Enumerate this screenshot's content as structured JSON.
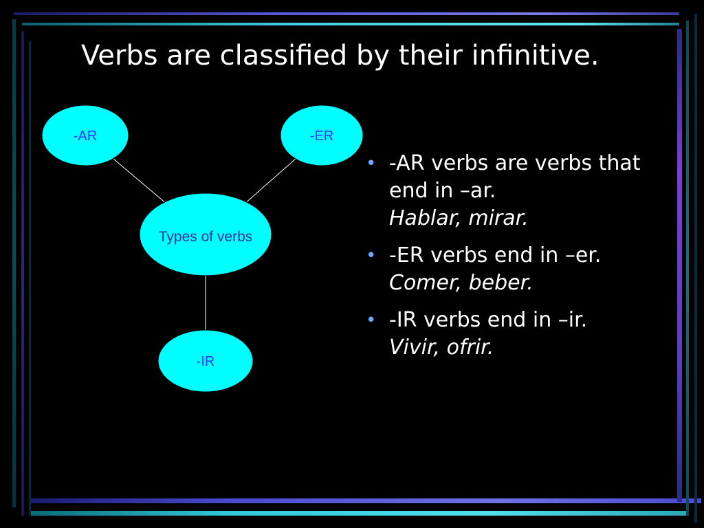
{
  "slide": {
    "title": "Verbs are classified by their infinitive."
  },
  "diagram": {
    "center": "Types of verbs",
    "nodes": {
      "ar": "-AR",
      "er": "-ER",
      "ir": "-IR"
    },
    "colors": {
      "node_fill": "#00ffff",
      "node_stroke": "#000000",
      "node_text": "#3333ff",
      "center_text": "#333399",
      "connector": "#ffffff"
    }
  },
  "bullets": [
    {
      "text": "-AR verbs are verbs that end in –ar.",
      "example": "Hablar, mirar."
    },
    {
      "text": "-ER verbs end in –er.",
      "example": "Comer, beber."
    },
    {
      "text": "-IR verbs end in –ir.",
      "example": "Vivir, ofrir."
    }
  ],
  "colors": {
    "background": "#000000",
    "text": "#ffffff",
    "bullet": "#6fa6ff"
  }
}
